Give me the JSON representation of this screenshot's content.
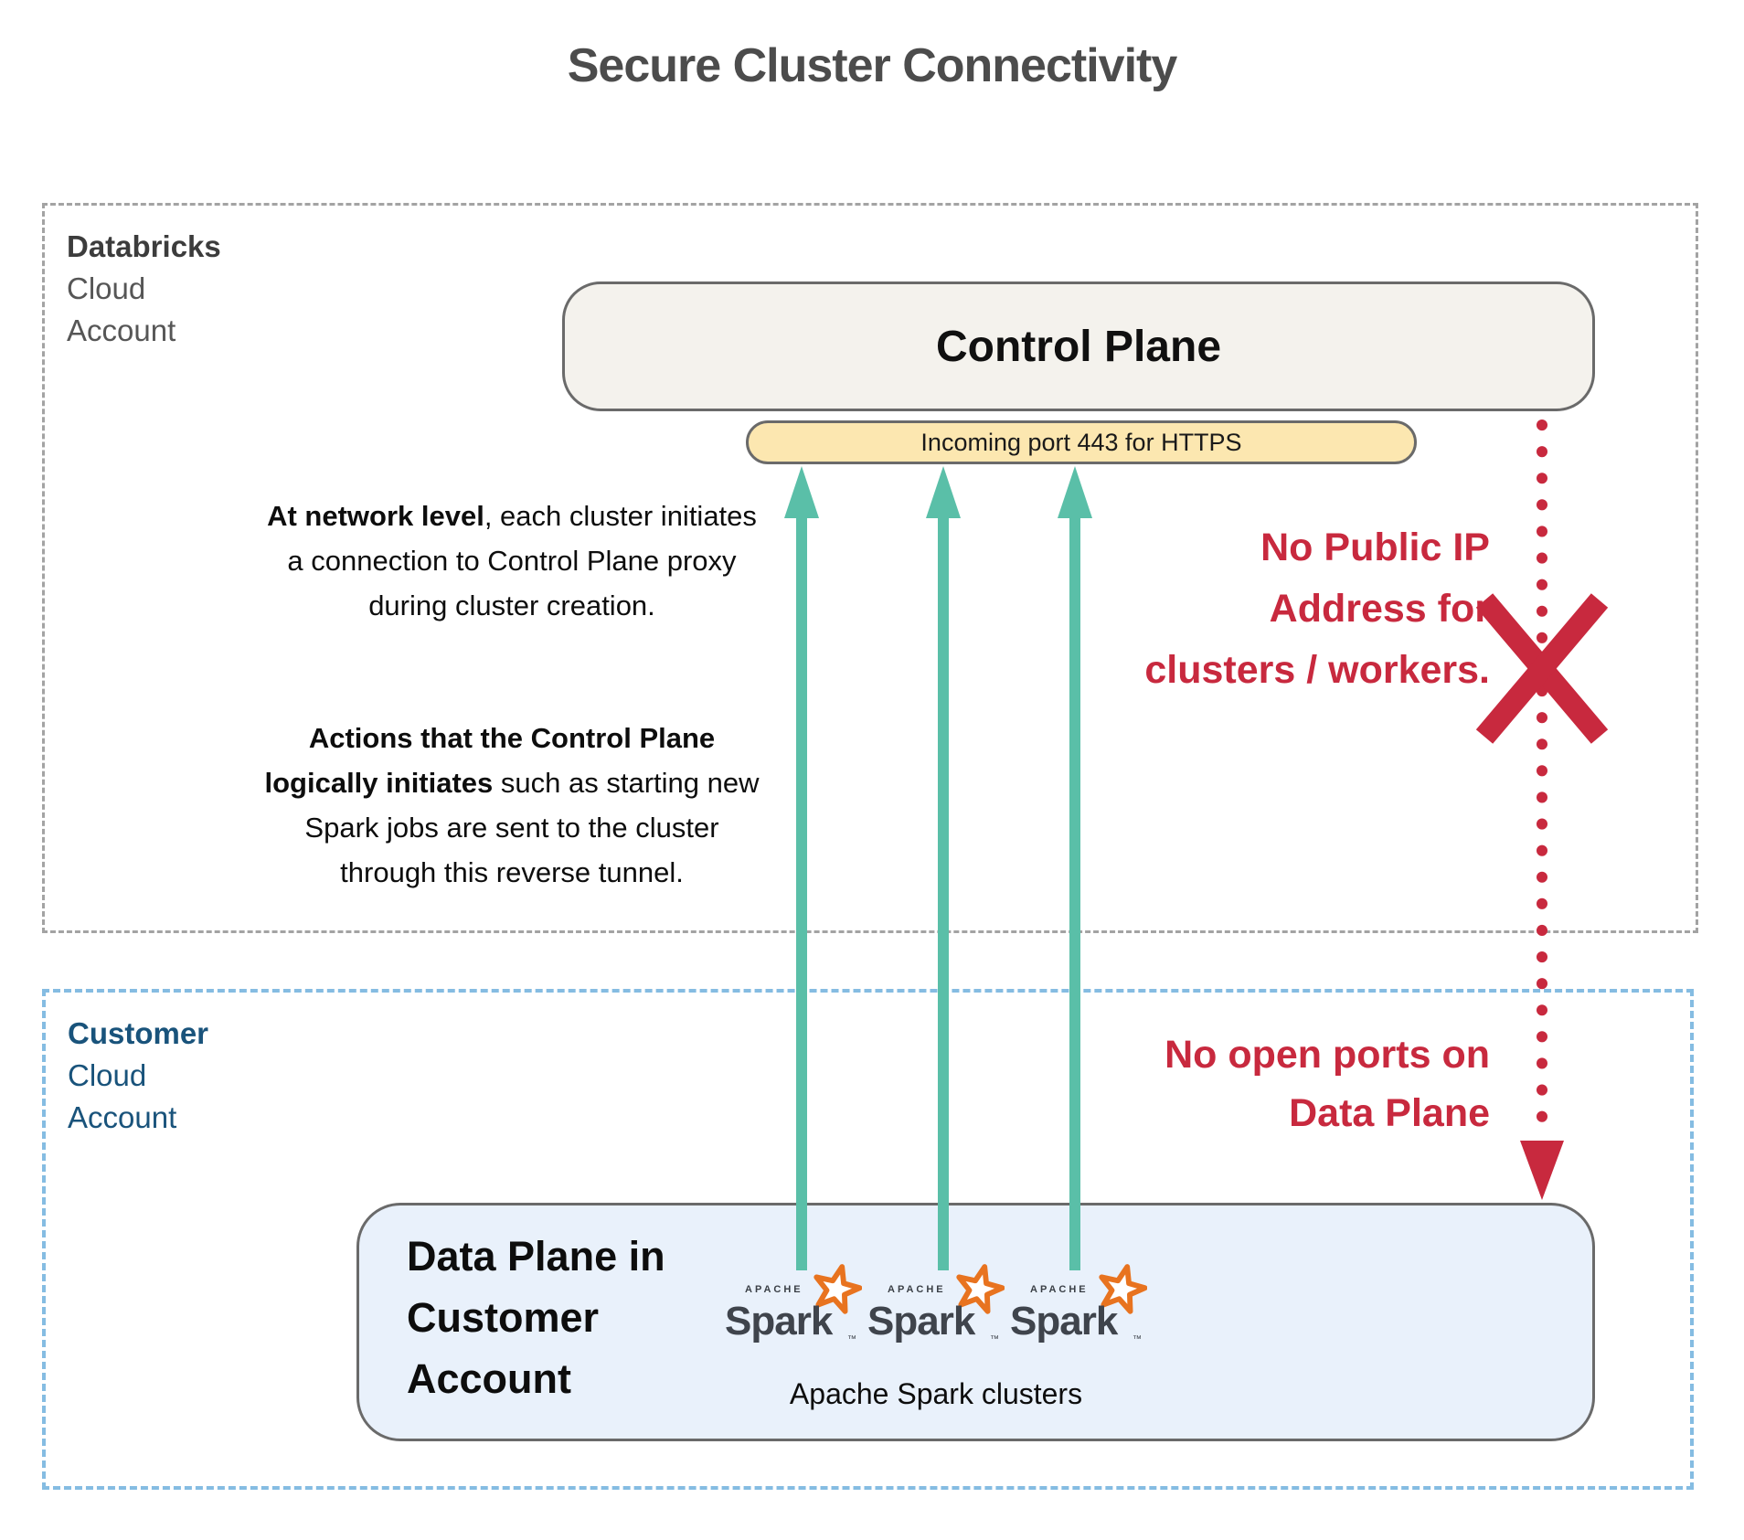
{
  "title": "Secure Cluster Connectivity",
  "colors": {
    "title_gray": "#4c4c4c",
    "zone_gray_border": "#a3a3a3",
    "zone_blue_border": "#85bce2",
    "control_plane_fill": "#f4f2ed",
    "port_bar_fill": "#fce7b0",
    "data_plane_fill": "#e9f1fb",
    "arrow_teal": "#5abfa8",
    "alert_red": "#c8293e",
    "spark_orange": "#e8731f",
    "customer_label_blue": "#19537b"
  },
  "databricks_zone": {
    "label": [
      "Databricks",
      "Cloud",
      "Account"
    ],
    "control_plane_title": "Control Plane",
    "port_bar_label": "Incoming port 443 for HTTPS",
    "network_note": {
      "bold": "At network level",
      "rest": ", each cluster initiates a connection to Control Plane proxy during cluster creation."
    },
    "actions_note": {
      "bold": "Actions that the Control Plane logically initiates",
      "rest": " such as starting new Spark jobs are sent to the cluster through this reverse tunnel."
    },
    "no_public_ip_note": [
      "No Public IP",
      "Address for",
      "clusters / workers."
    ]
  },
  "customer_zone": {
    "label": [
      "Customer",
      "Cloud",
      "Account"
    ],
    "no_open_ports_note": [
      "No open ports on",
      "Data Plane"
    ],
    "data_plane": {
      "label": [
        "Data Plane in",
        "Customer",
        "Account"
      ],
      "spark_logo": {
        "apache": "APACHE",
        "word": "Spark",
        "tm": "™"
      },
      "caption": "Apache Spark clusters"
    }
  }
}
